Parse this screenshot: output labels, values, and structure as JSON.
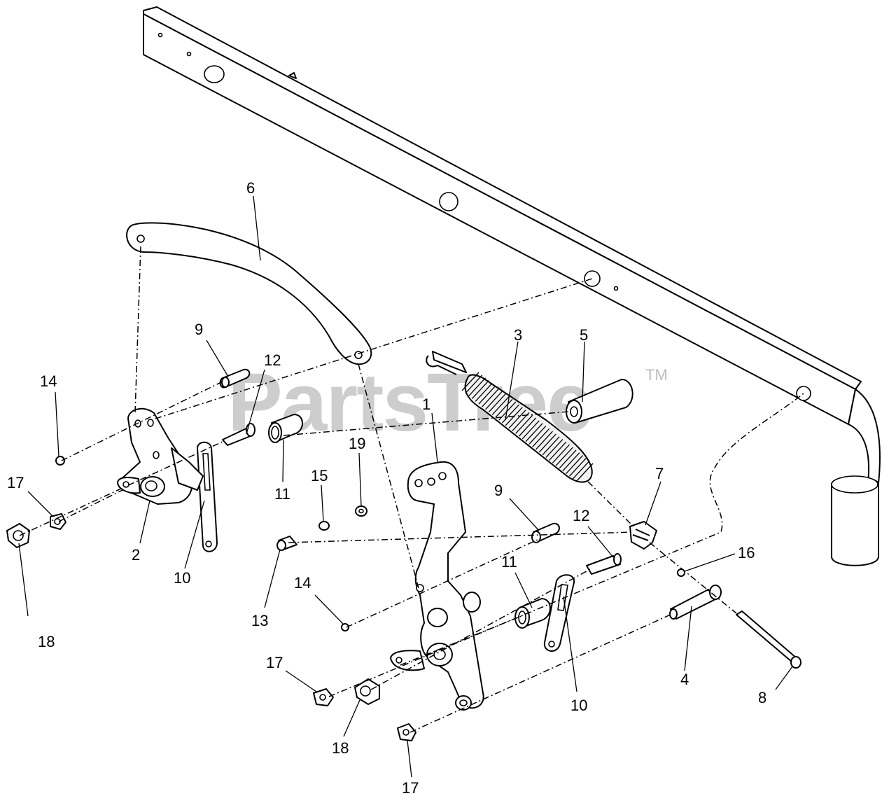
{
  "watermark": {
    "text": "PartsTree",
    "trademark": "TM"
  },
  "callouts": [
    {
      "id": "c6",
      "label": "6"
    },
    {
      "id": "c9a",
      "label": "9"
    },
    {
      "id": "c12a",
      "label": "12"
    },
    {
      "id": "c14a",
      "label": "14"
    },
    {
      "id": "c17a",
      "label": "17"
    },
    {
      "id": "c2",
      "label": "2"
    },
    {
      "id": "c10a",
      "label": "10"
    },
    {
      "id": "c11a",
      "label": "11"
    },
    {
      "id": "c18a",
      "label": "18"
    },
    {
      "id": "c15",
      "label": "15"
    },
    {
      "id": "c19",
      "label": "19"
    },
    {
      "id": "c13",
      "label": "13"
    },
    {
      "id": "c3",
      "label": "3"
    },
    {
      "id": "c5",
      "label": "5"
    },
    {
      "id": "c1",
      "label": "1"
    },
    {
      "id": "c7",
      "label": "7"
    },
    {
      "id": "c9b",
      "label": "9"
    },
    {
      "id": "c12b",
      "label": "12"
    },
    {
      "id": "c11b",
      "label": "11"
    },
    {
      "id": "c14b",
      "label": "14"
    },
    {
      "id": "c16",
      "label": "16"
    },
    {
      "id": "c4",
      "label": "4"
    },
    {
      "id": "c8",
      "label": "8"
    },
    {
      "id": "c17b",
      "label": "17"
    },
    {
      "id": "c18b",
      "label": "18"
    },
    {
      "id": "c10b",
      "label": "10"
    },
    {
      "id": "c17c",
      "label": "17"
    }
  ]
}
